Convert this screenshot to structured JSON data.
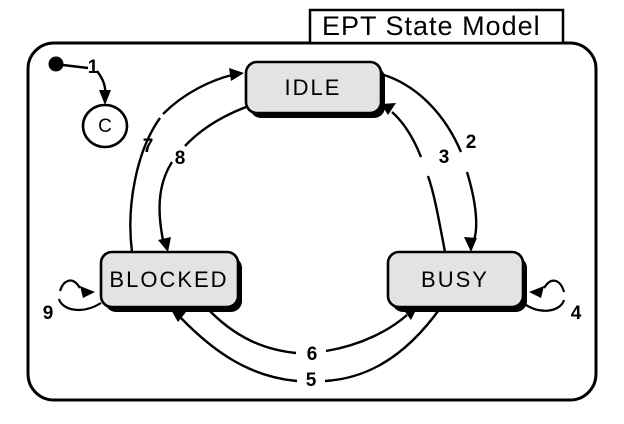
{
  "diagram": {
    "title": "EPT State Model",
    "type": "state-machine",
    "frame": {
      "stroke_color": "#000000",
      "fill_color": "#ffffff"
    },
    "initial_state": {
      "name": "initial-pseudostate",
      "shape": "filled-circle"
    },
    "choice_node": {
      "label": "C",
      "shape": "circle"
    },
    "states": [
      {
        "id": "idle",
        "label": "IDLE",
        "fill_color": "#e3e3e3",
        "stroke_color": "#000000"
      },
      {
        "id": "blocked",
        "label": "BLOCKED",
        "fill_color": "#e3e3e3",
        "stroke_color": "#000000"
      },
      {
        "id": "busy",
        "label": "BUSY",
        "fill_color": "#e3e3e3",
        "stroke_color": "#000000"
      }
    ],
    "transitions": [
      {
        "label": "1",
        "from": "initial-pseudostate",
        "to": "choice"
      },
      {
        "label": "2",
        "from": "idle",
        "to": "busy"
      },
      {
        "label": "3",
        "from": "busy",
        "to": "idle"
      },
      {
        "label": "4",
        "from": "busy",
        "to": "busy"
      },
      {
        "label": "5",
        "from": "busy",
        "to": "blocked"
      },
      {
        "label": "6",
        "from": "blocked",
        "to": "busy"
      },
      {
        "label": "7",
        "from": "blocked",
        "to": "idle"
      },
      {
        "label": "8",
        "from": "idle",
        "to": "blocked"
      },
      {
        "label": "9",
        "from": "blocked",
        "to": "blocked"
      }
    ]
  }
}
